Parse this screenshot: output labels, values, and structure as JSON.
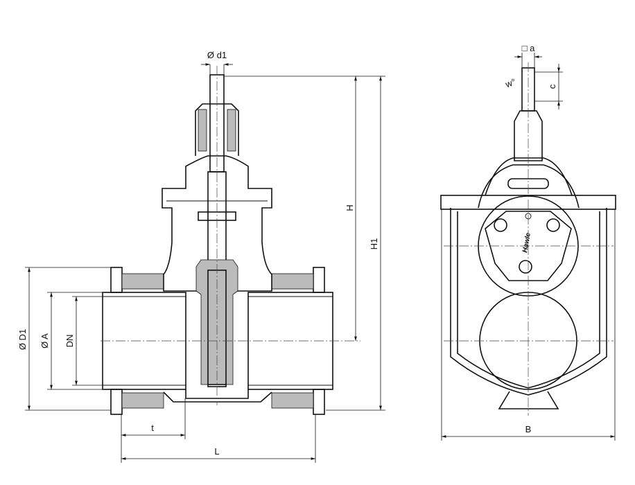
{
  "drawing": {
    "logo_text": "Hawle",
    "dimensions": {
      "stem_diameter": "Ø d1",
      "square": "□ a",
      "angle": "w°",
      "cap_height": "c",
      "height": "H",
      "total_height": "H1",
      "flange_diameter": "Ø D1",
      "pipe_outer_diameter": "Ø A",
      "nominal_diameter": "DN",
      "insertion_depth": "t",
      "length": "L",
      "width": "B"
    }
  }
}
